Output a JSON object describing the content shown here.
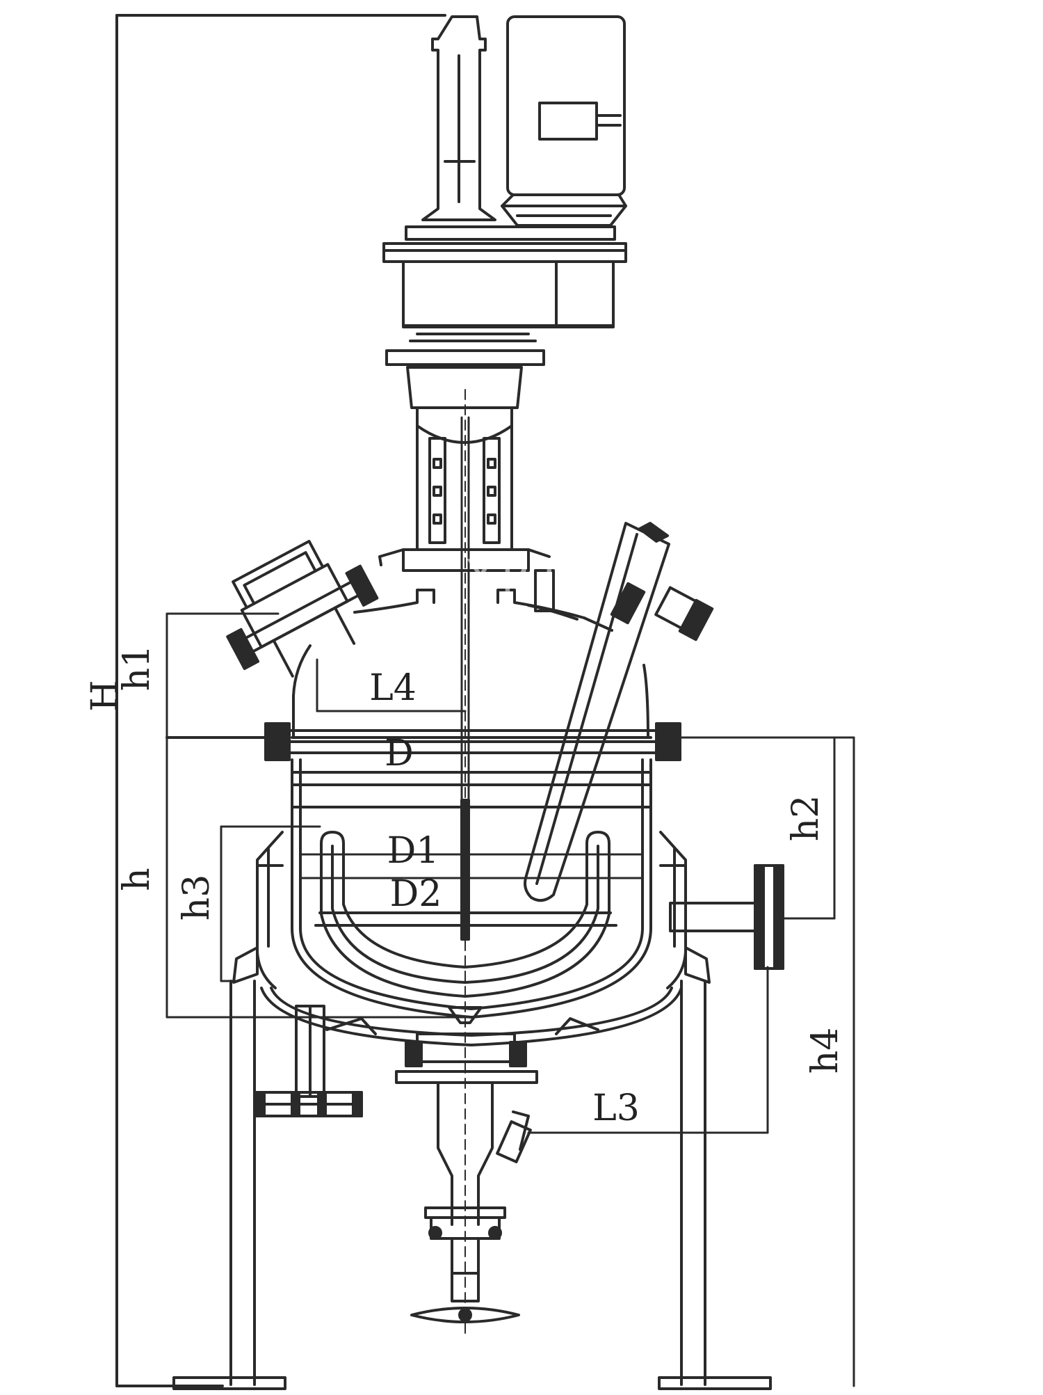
{
  "diagram": {
    "dimension_labels": {
      "H": "H",
      "h": "h",
      "h1": "h1",
      "h2": "h2",
      "h3": "h3",
      "h4": "h4",
      "L3": "L3",
      "L4": "L4",
      "D": "D",
      "D1": "D1",
      "D2": "D2"
    },
    "watermark": "YRTM"
  },
  "colors": {
    "line": "#2a2a2a",
    "background": "#ffffff",
    "fill_light": "#f4f4f4"
  },
  "icons": {
    "motor": "motor-icon",
    "reducer": "gearbox-icon",
    "valve": "valve-icon"
  }
}
